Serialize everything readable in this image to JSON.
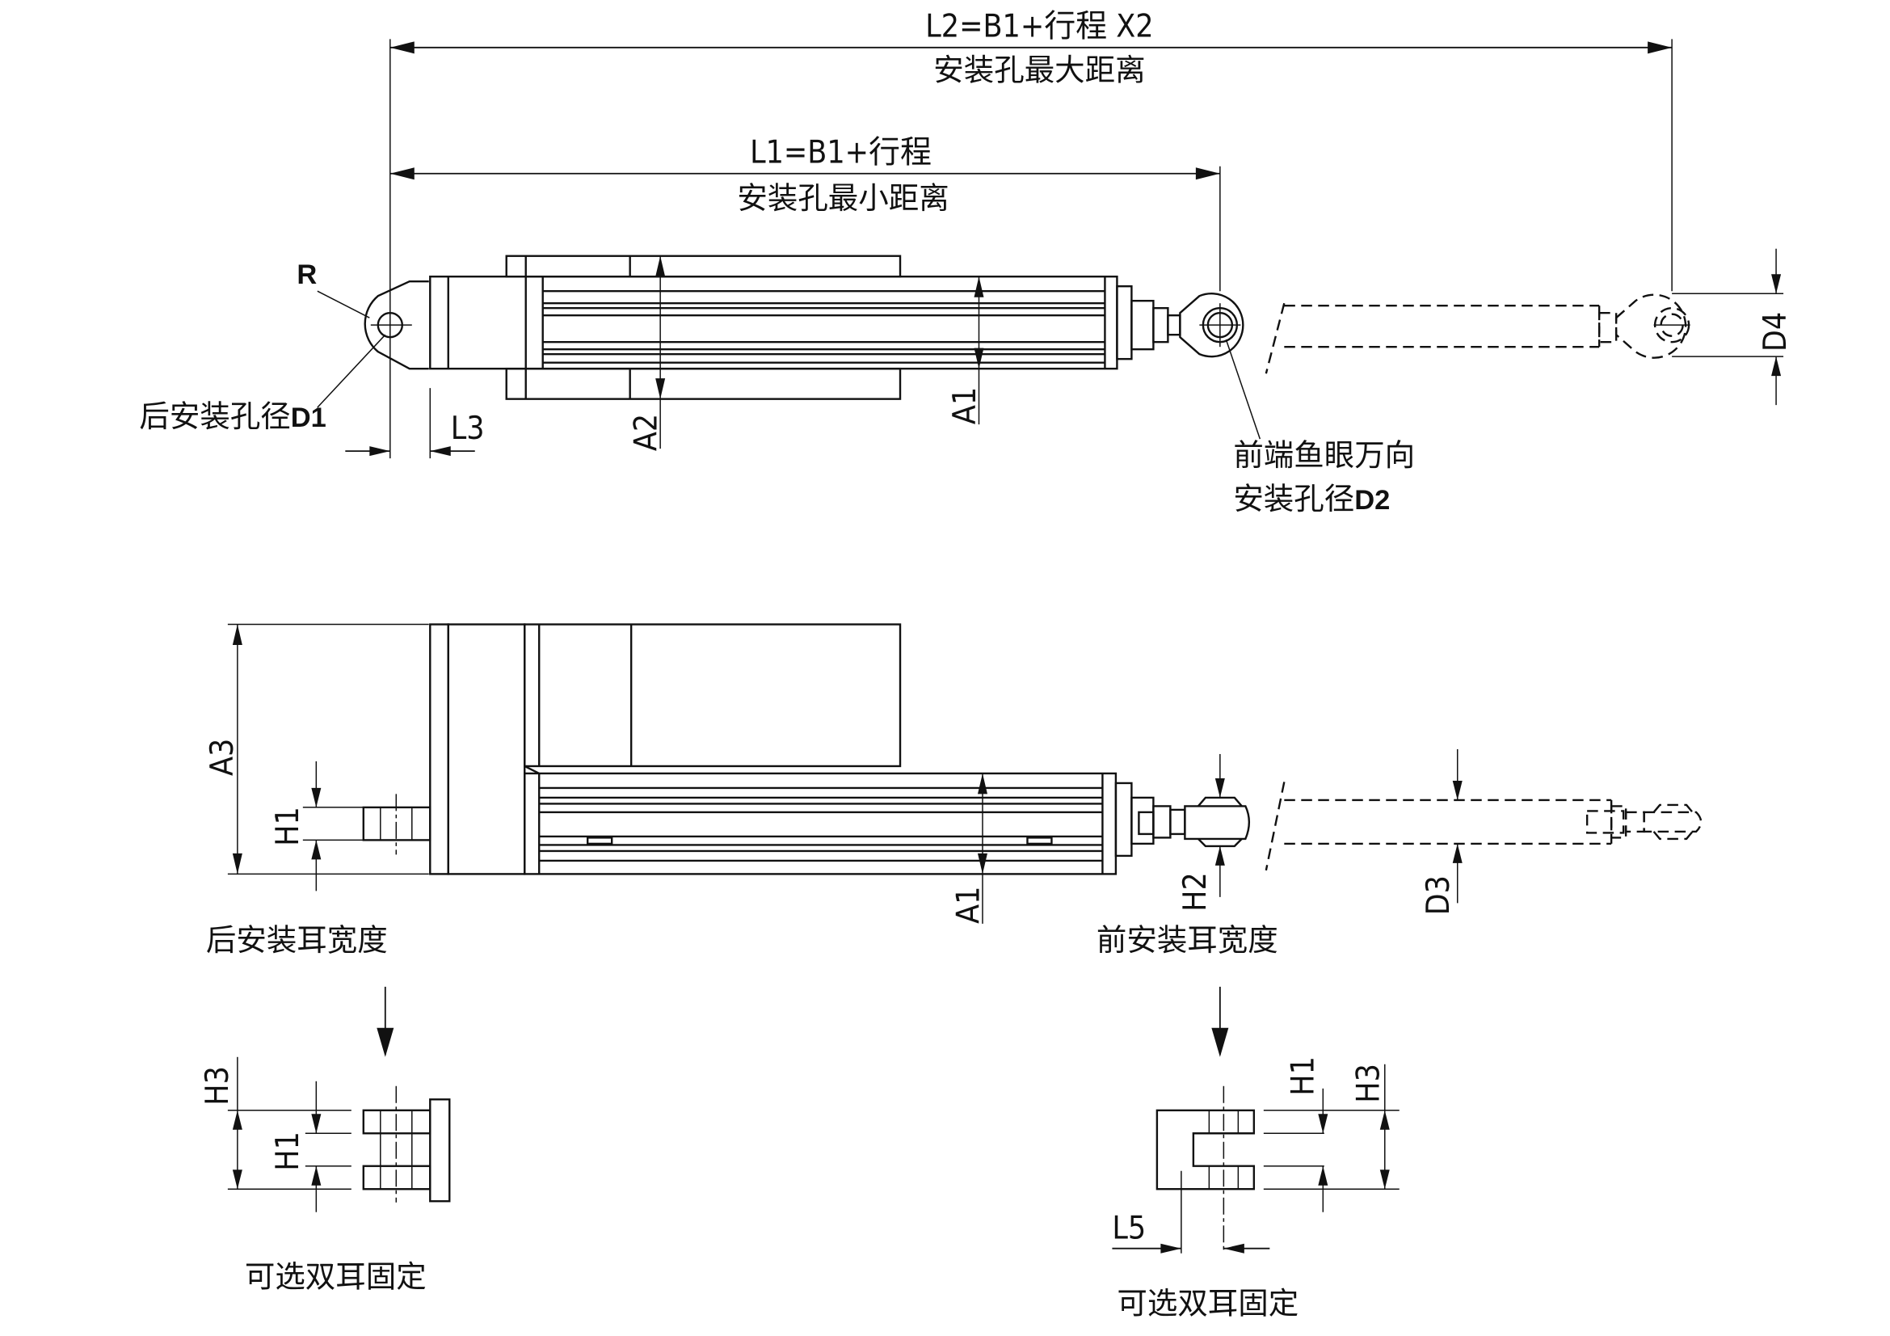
{
  "drawing": {
    "title_dims": {
      "l2_formula": "L2=B1+行程 X2",
      "l2_caption": "安装孔最大距离",
      "l1_formula": "L1=B1+行程",
      "l1_caption": "安装孔最小距离"
    },
    "top_view": {
      "r_label": "R",
      "d1_label_prefix": "后安装孔径",
      "d1_label_code": "D1",
      "l3_label": "L3",
      "a2_label": "A2",
      "a1_label": "A1",
      "d2_line1": "前端鱼眼万向",
      "d2_line2_prefix": "安装孔径",
      "d2_line2_code": "D2",
      "d4_label": "D4"
    },
    "side_view": {
      "a3_label": "A3",
      "h1_label": "H1",
      "a1_label": "A1",
      "h2_label": "H2",
      "d3_label": "D3",
      "rear_ear_caption": "后安装耳宽度",
      "front_ear_caption": "前安装耳宽度"
    },
    "rear_option": {
      "h3_label": "H3",
      "h1_label": "H1",
      "caption": "可选双耳固定"
    },
    "front_option": {
      "h1_label": "H1",
      "h3_label": "H3",
      "l5_label": "L5",
      "caption": "可选双耳固定"
    }
  }
}
